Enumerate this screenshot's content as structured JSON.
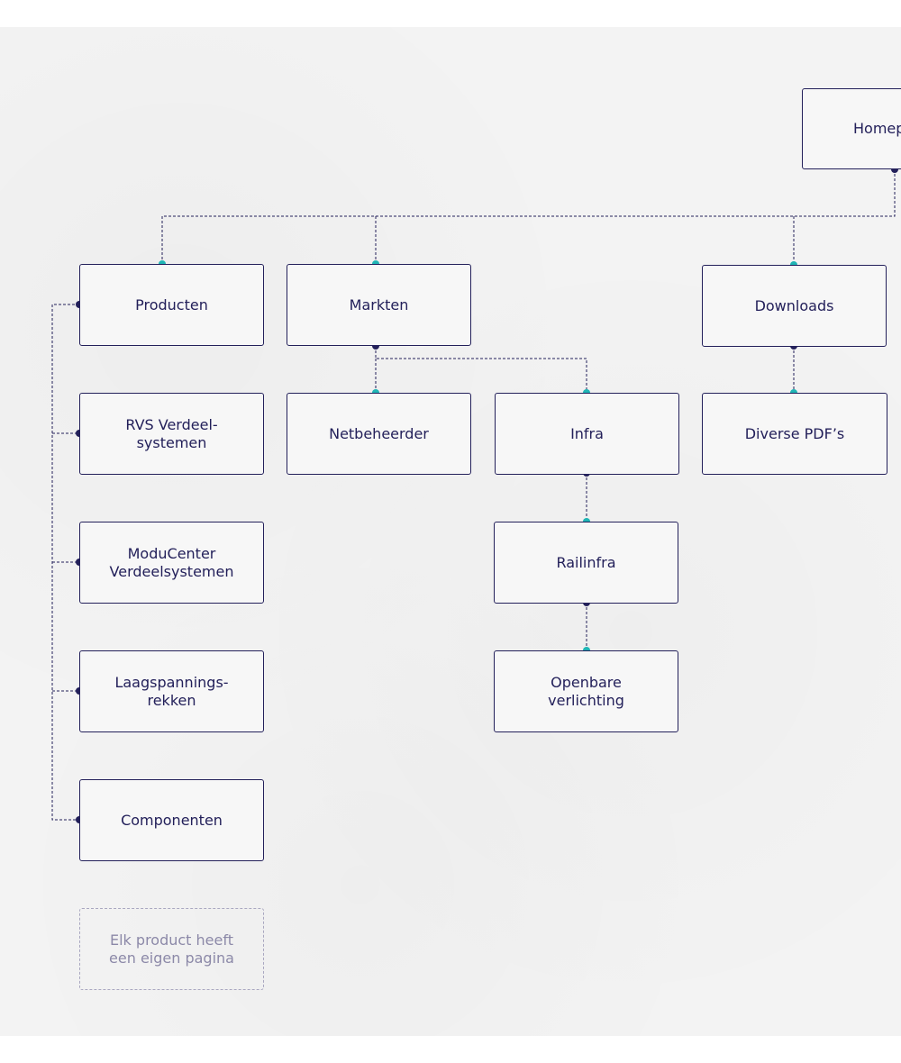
{
  "diagram": {
    "nodes": {
      "home": "Homep",
      "producten": "Producten",
      "markten": "Markten",
      "downloads": "Downloads",
      "rvs": "RVS Verdeel-\nsystemen",
      "netbeheerder": "Netbeheerder",
      "infra": "Infra",
      "pdfs": "Diverse PDF’s",
      "moducenter": "ModuCenter\nVerdeelsystemen",
      "railinfra": "Railinfra",
      "laagspanning": "Laagspannings-\nrekken",
      "openbare": "Openbare\nverlichting",
      "componenten": "Componenten",
      "note": "Elk product heeft\neen eigen pagina"
    },
    "colors": {
      "line": "#23205a",
      "dot_parent": "#23205a",
      "dot_child": "#1fb5b5",
      "note_border": "#a9a7c0"
    }
  }
}
